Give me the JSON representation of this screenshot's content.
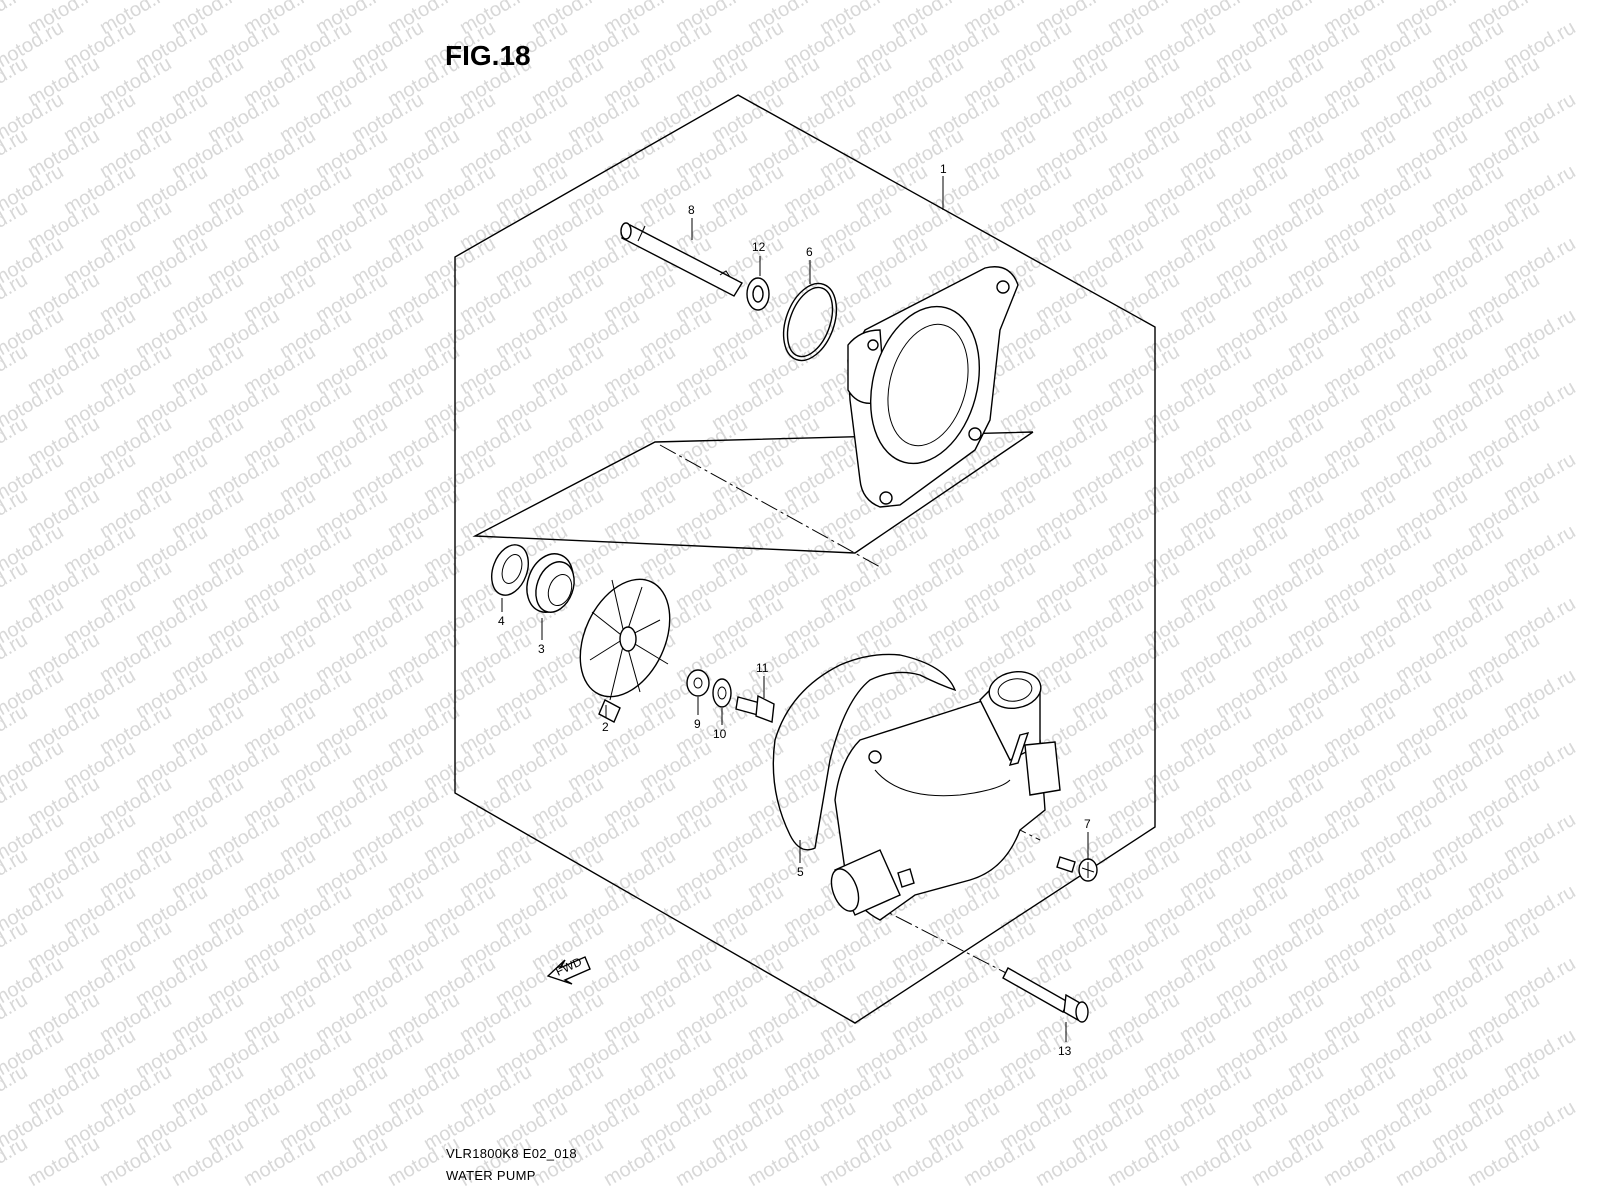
{
  "watermark": "motod.ru",
  "figure_title": "FIG.18",
  "footer": {
    "model_code": "VLR1800K8 E02_018",
    "assembly_name": "WATER PUMP"
  },
  "callouts": {
    "c1": "1",
    "c2": "2",
    "c3": "3",
    "c4": "4",
    "c5": "5",
    "c6": "6",
    "c7": "7",
    "c8": "8",
    "c9": "9",
    "c10": "10",
    "c11": "11",
    "c12": "12",
    "c13": "13"
  },
  "fwd_label": "FWD"
}
